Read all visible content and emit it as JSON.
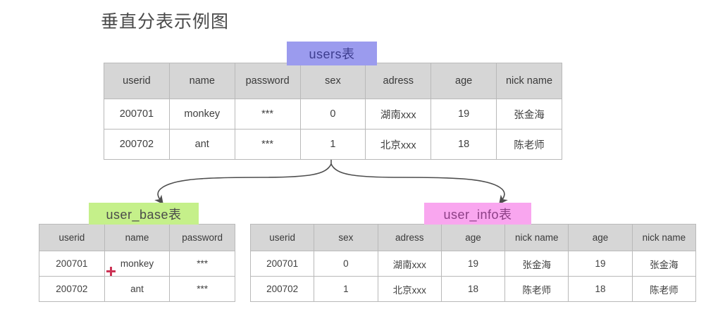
{
  "page": {
    "title": "垂直分表示例图",
    "background": "#ffffff"
  },
  "colors": {
    "header_fill": "#d6d6d6",
    "border": "#b9b9b9",
    "users_tag_bg": "#9b9bee",
    "user_base_tag_bg": "#c5f08a",
    "user_info_tag_bg": "#f9a6ef",
    "arrow": "#4d4d4d",
    "plus_marker": "#cc3355"
  },
  "tables": {
    "users": {
      "tag_label": "users表",
      "columns": [
        "userid",
        "name",
        "password",
        "sex",
        "adress",
        "age",
        "nick name"
      ],
      "rows": [
        [
          "200701",
          "monkey",
          "***",
          "0",
          "湖南xxx",
          "19",
          "张金海"
        ],
        [
          "200702",
          "ant",
          "***",
          "1",
          "北京xxx",
          "18",
          "陈老师"
        ]
      ]
    },
    "user_base": {
      "tag_label": "user_base表",
      "columns": [
        "userid",
        "name",
        "password"
      ],
      "rows": [
        [
          "200701",
          "monkey",
          "***"
        ],
        [
          "200702",
          "ant",
          "***"
        ]
      ]
    },
    "user_info": {
      "tag_label": "user_info表",
      "columns": [
        "userid",
        "sex",
        "adress",
        "age",
        "nick name",
        "age",
        "nick name"
      ],
      "rows": [
        [
          "200701",
          "0",
          "湖南xxx",
          "19",
          "张金海",
          "19",
          "张金海"
        ],
        [
          "200702",
          "1",
          "北京xxx",
          "18",
          "陈老师",
          "18",
          "陈老师"
        ]
      ]
    }
  },
  "arrows": [
    {
      "name": "arrow-to-user-base",
      "from": "users-table-bottom",
      "to": "user_base"
    },
    {
      "name": "arrow-to-user-info",
      "from": "users-table-bottom",
      "to": "user_info"
    }
  ],
  "markers": {
    "plus_cursor": "+"
  }
}
